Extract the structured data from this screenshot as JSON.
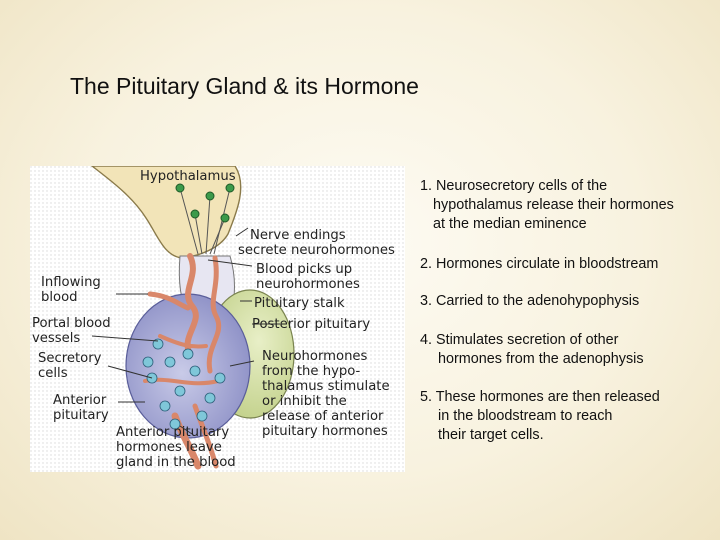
{
  "slide": {
    "title": "The Pituitary Gland & its Hormone"
  },
  "diagram": {
    "labels": {
      "hypothalamus": "Hypothalamus",
      "nerve_endings": [
        "Nerve endings",
        "secrete neurohormones"
      ],
      "blood_picks_up": [
        "Blood picks up",
        "neurohormones"
      ],
      "inflowing_blood": [
        "Inflowing",
        "blood"
      ],
      "pituitary_stalk": "Pituitary stalk",
      "portal_blood_vessels": [
        "Portal blood",
        "vessels"
      ],
      "posterior_pituitary": "Posterior pituitary",
      "secretory_cells": [
        "Secretory",
        "cells"
      ],
      "neurohormones_from": [
        "Neurohormones",
        "from the hypo-",
        "thalamus stimulate",
        "or inhibit the",
        "release of anterior",
        "pituitary hormones"
      ],
      "anterior_pituitary": [
        "Anterior",
        "pituitary"
      ],
      "anterior_hormones_leave": [
        "Anterior pituitary",
        "hormones leave",
        "gland in the blood"
      ]
    }
  },
  "steps": [
    {
      "lines": [
        "1. Neurosecretory cells of the",
        "   hypothalamus release their hormones",
        "   at the median eminence"
      ]
    },
    {
      "lines": [
        "2. Hormones circulate in bloodstream"
      ]
    },
    {
      "lines": [
        "3. Carried to the adenohypophysis"
      ]
    },
    {
      "lines": [
        "4. Stimulates secretion of other",
        "    hormones from the adenophysis"
      ]
    },
    {
      "lines": [
        "5. These hormones are then released",
        "    in the bloodstream to reach",
        "    their target cells."
      ]
    }
  ]
}
